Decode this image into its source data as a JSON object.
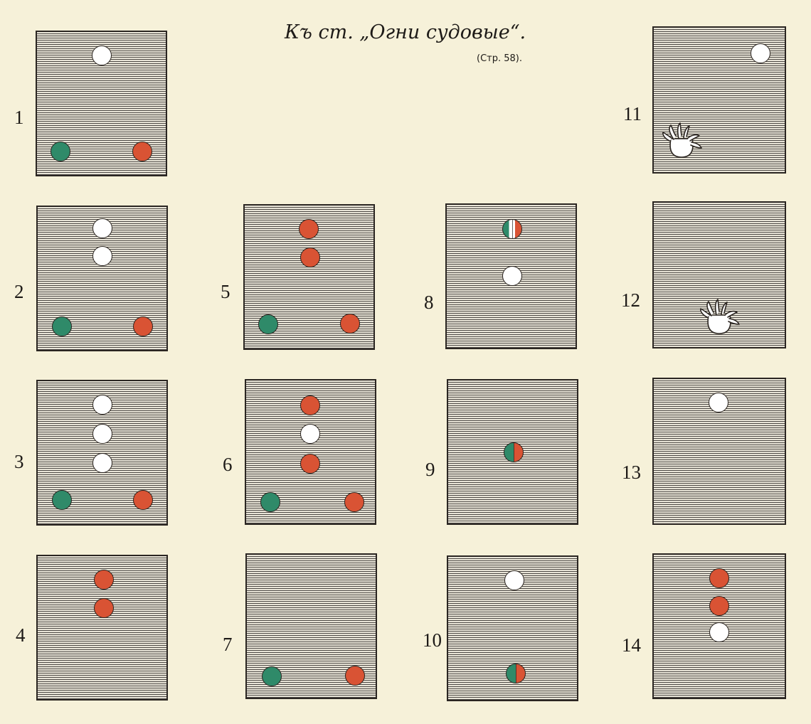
{
  "header": {
    "title": "Къ ст. „Огни судовые“.",
    "page_ref": "(Стр. 58)."
  },
  "colors": {
    "paper": "#f6f1d9",
    "white": "#ffffff",
    "red": "#d95334",
    "green": "#2f8a69",
    "outline": "#2a241f"
  },
  "panels": [
    {
      "id": 1,
      "label": "1",
      "lights": [
        {
          "color": "white",
          "pos": "top-center"
        },
        {
          "color": "green",
          "pos": "bottom-left"
        },
        {
          "color": "red",
          "pos": "bottom-right"
        }
      ]
    },
    {
      "id": 2,
      "label": "2",
      "lights": [
        {
          "color": "white",
          "pos": "top-center"
        },
        {
          "color": "white",
          "pos": "top-center"
        },
        {
          "color": "green",
          "pos": "bottom-left"
        },
        {
          "color": "red",
          "pos": "bottom-right"
        }
      ]
    },
    {
      "id": 3,
      "label": "3",
      "lights": [
        {
          "color": "white",
          "pos": "top-center"
        },
        {
          "color": "white",
          "pos": "top-center"
        },
        {
          "color": "white",
          "pos": "top-center"
        },
        {
          "color": "green",
          "pos": "bottom-left"
        },
        {
          "color": "red",
          "pos": "bottom-right"
        }
      ]
    },
    {
      "id": 4,
      "label": "4",
      "lights": [
        {
          "color": "red",
          "pos": "top-center"
        },
        {
          "color": "red",
          "pos": "top-center"
        }
      ]
    },
    {
      "id": 5,
      "label": "5",
      "lights": [
        {
          "color": "red",
          "pos": "top-center"
        },
        {
          "color": "red",
          "pos": "top-center"
        },
        {
          "color": "green",
          "pos": "bottom-left"
        },
        {
          "color": "red",
          "pos": "bottom-right"
        }
      ]
    },
    {
      "id": 6,
      "label": "6",
      "lights": [
        {
          "color": "red",
          "pos": "top-center"
        },
        {
          "color": "white",
          "pos": "top-center"
        },
        {
          "color": "red",
          "pos": "top-center"
        },
        {
          "color": "green",
          "pos": "bottom-left"
        },
        {
          "color": "red",
          "pos": "bottom-right"
        }
      ]
    },
    {
      "id": 7,
      "label": "7",
      "lights": [
        {
          "color": "green",
          "pos": "bottom-left"
        },
        {
          "color": "red",
          "pos": "bottom-right"
        }
      ]
    },
    {
      "id": 8,
      "label": "8",
      "lights": [
        {
          "color": "tricolor",
          "pos": "top-center"
        },
        {
          "color": "white",
          "pos": "center"
        }
      ]
    },
    {
      "id": 9,
      "label": "9",
      "lights": [
        {
          "color": "green-red",
          "pos": "center"
        }
      ]
    },
    {
      "id": 10,
      "label": "10",
      "lights": [
        {
          "color": "white",
          "pos": "top-center"
        },
        {
          "color": "green-red",
          "pos": "bottom-center"
        }
      ]
    },
    {
      "id": 11,
      "label": "11",
      "lights": [
        {
          "color": "white",
          "pos": "top-right"
        },
        {
          "color": "flare",
          "pos": "left-lower"
        }
      ]
    },
    {
      "id": 12,
      "label": "12",
      "lights": [
        {
          "color": "flare",
          "pos": "center-lower"
        }
      ]
    },
    {
      "id": 13,
      "label": "13",
      "lights": [
        {
          "color": "white",
          "pos": "top-center"
        }
      ]
    },
    {
      "id": 14,
      "label": "14",
      "lights": [
        {
          "color": "red",
          "pos": "top-center"
        },
        {
          "color": "red",
          "pos": "top-center"
        },
        {
          "color": "white",
          "pos": "top-center"
        }
      ]
    }
  ]
}
